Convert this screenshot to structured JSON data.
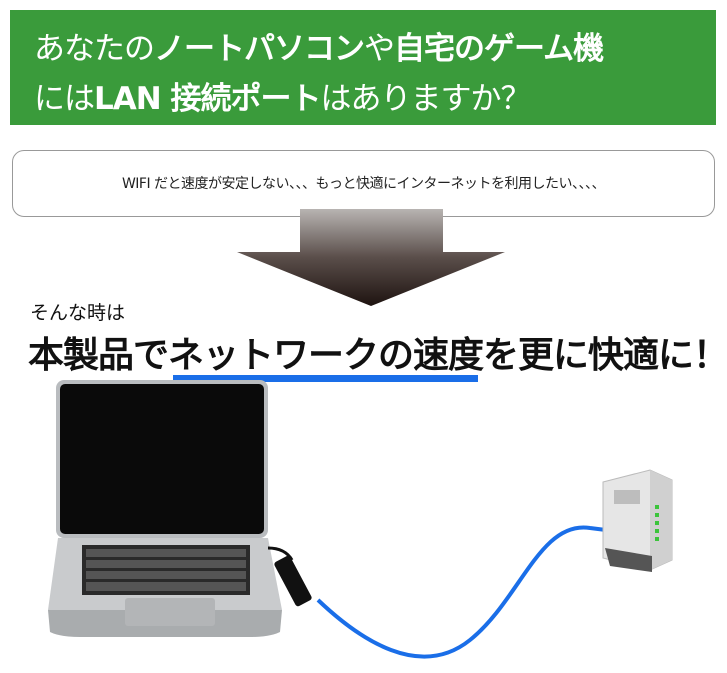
{
  "banner": {
    "background": "#3a9b3b",
    "line1": [
      {
        "text": "あなたの",
        "bold": false
      },
      {
        "text": "ノートパソコン",
        "bold": true
      },
      {
        "text": "や",
        "bold": false
      },
      {
        "text": "自宅のゲーム機",
        "bold": true
      }
    ],
    "line2": [
      {
        "text": "には",
        "bold": false
      },
      {
        "text": "LAN 接続ポート",
        "bold": true
      },
      {
        "text": "はありますか？",
        "bold": false
      }
    ]
  },
  "bubble": {
    "text": "WIFI だと速度が安定しない、、、もっと快適にインターネットを利用したい、、、、"
  },
  "lead": "そんな時は",
  "headline": "本製品でネットワークの速度を更に快適に！",
  "accent": "#1a6ee8",
  "illustration": {
    "items": [
      "laptop-icon",
      "lan-adapter-icon",
      "lan-cable",
      "router-icon"
    ]
  }
}
